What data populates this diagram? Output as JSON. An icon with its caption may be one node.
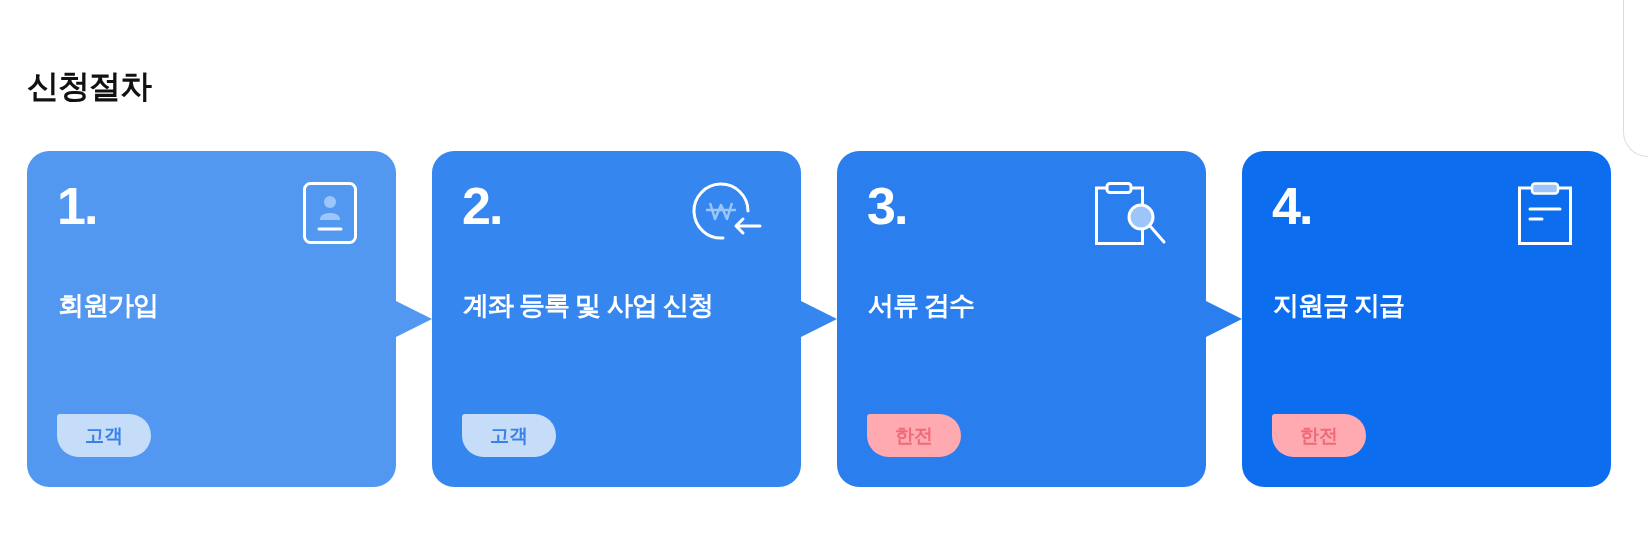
{
  "diagram": {
    "title": "신청절차",
    "nodes": [
      {
        "text": [
          "1.",
          "회원가입"
        ]
      },
      {
        "text": [
          "고객"
        ],
        "in": 0
      },
      {
        "text": [
          "2.",
          "계좌 등록 및 사업 신청"
        ]
      },
      {
        "text": [
          "고객"
        ],
        "in": 2
      },
      {
        "text": [
          "3.",
          "서류 검수"
        ]
      },
      {
        "text": [
          "한전"
        ],
        "in": 4
      },
      {
        "text": [
          "4.",
          "지원금 지급"
        ]
      },
      {
        "text": [
          "한전"
        ],
        "in": 6
      }
    ],
    "edges": [
      {
        "from": 0,
        "to": 2,
        "arrow": "to",
        "color": "#5297f0"
      },
      {
        "from": 2,
        "to": 4,
        "arrow": "to",
        "color": "#3686ef"
      },
      {
        "from": 4,
        "to": 6,
        "arrow": "to",
        "color": "#2a7eee"
      }
    ]
  }
}
